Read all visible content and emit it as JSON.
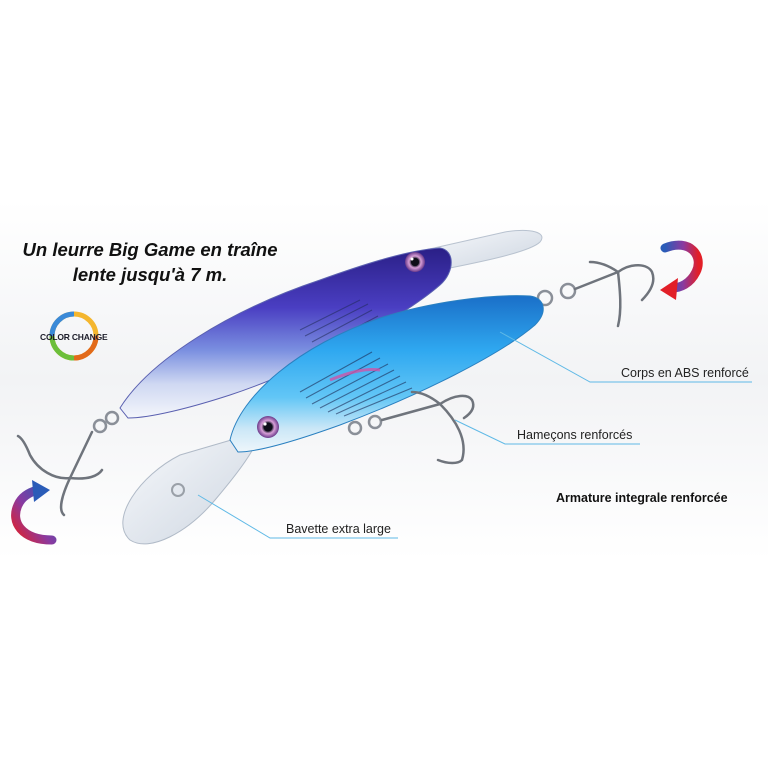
{
  "tagline": {
    "line1": "Un leurre Big Game en traîne",
    "line2": "lente jusqu'à 7 m."
  },
  "logo": {
    "text": "COLOR CHANGE"
  },
  "callouts": {
    "corps": "Corps en ABS renforcé",
    "hamecons": "Hameçons renforcés",
    "bavette": "Bavette extra large",
    "armature": "Armature integrale renforcée"
  },
  "colors": {
    "line": "#5fb9e6",
    "lure_back_violet": "#3a2a9a",
    "lure_blue": "#2fa8f0",
    "arrow_red": "#d8202a",
    "arrow_blue": "#2860b8"
  }
}
